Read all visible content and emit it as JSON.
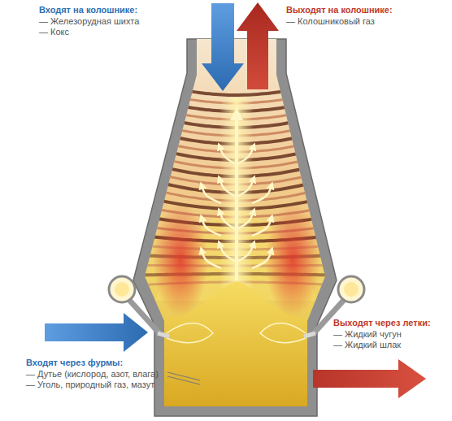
{
  "diagram": {
    "labels": [
      "Входят на колошнике:",
      "— Железорудная шихта",
      "— Кокс",
      "Выходят на колошнике:",
      "— Колошниковый газ",
      "Выходят через летки:",
      "— Жидкий чугун",
      "— Жидкий шлак",
      "Входят через фурмы:",
      "— Дутье (кислород, азот, влага)",
      "— Уголь, природный газ, мазут"
    ]
  }
}
